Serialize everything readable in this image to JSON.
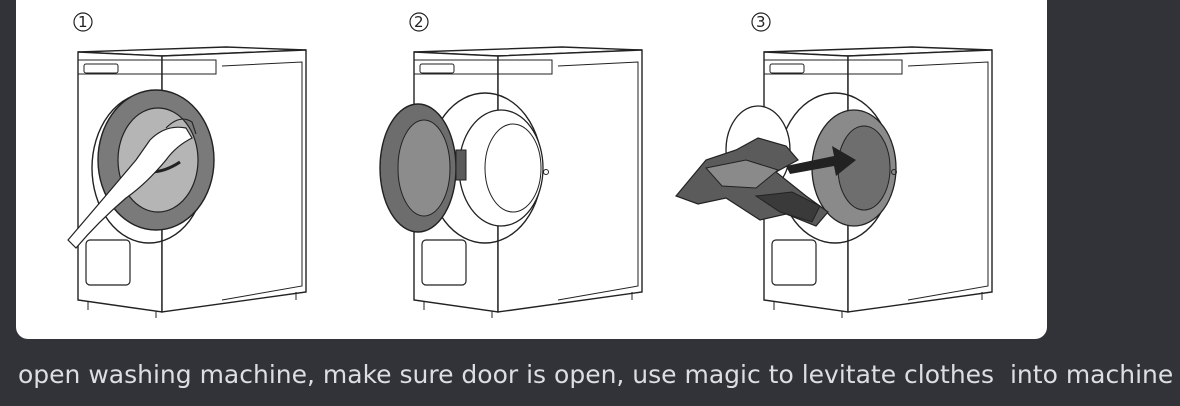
{
  "message": {
    "image": {
      "steps": [
        {
          "number": "1"
        },
        {
          "number": "2"
        },
        {
          "number": "3"
        }
      ]
    },
    "caption": "open washing machine, make sure door is open, use magic to levitate clothes  into machine"
  },
  "colors": {
    "background": "#323338",
    "caption_text": "#dcdee1",
    "card": "#ffffff",
    "line": "#222222",
    "door_gray": "#6d6d6d",
    "clothes_dark": "#3a3a3a",
    "clothes_mid": "#6f6f6f"
  }
}
